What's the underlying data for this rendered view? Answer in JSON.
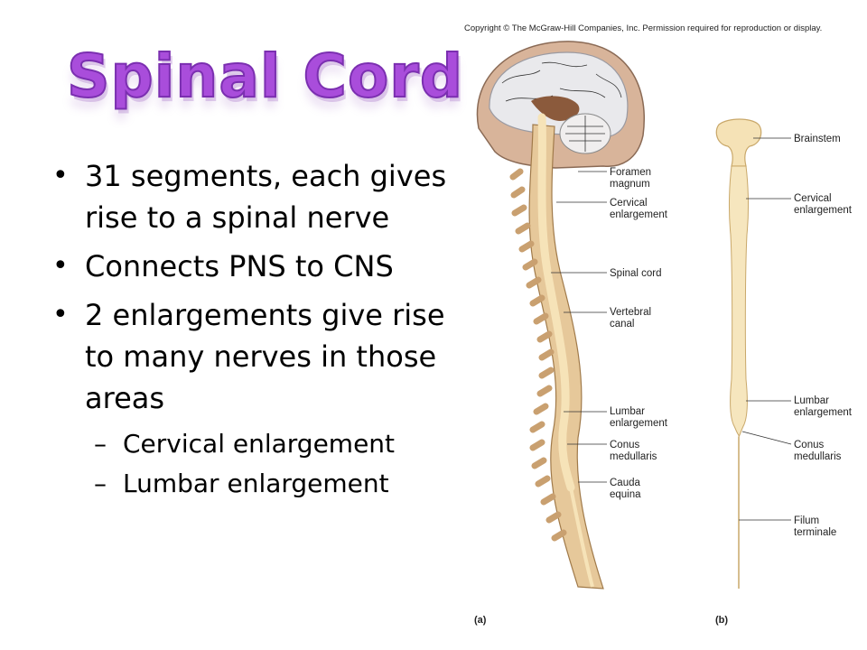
{
  "slide": {
    "title": "Spinal Cord",
    "bullets": [
      "31 segments, each gives rise to a spinal nerve",
      "Connects PNS to CNS",
      "2 enlargements give rise to many nerves in those areas"
    ],
    "sub_bullets": [
      "Cervical enlargement",
      "Lumbar enlargement"
    ]
  },
  "figure": {
    "copyright": "Copyright © The McGraw-Hill Companies, Inc. Permission required for reproduction or display.",
    "panel_a": {
      "caption": "(a)",
      "labels": {
        "foramen_magnum": [
          "Foramen",
          "magnum"
        ],
        "cervical_enlargement": [
          "Cervical",
          "enlargement"
        ],
        "spinal_cord": "Spinal cord",
        "vertebral_canal": [
          "Vertebral",
          "canal"
        ],
        "lumbar_enlargement": [
          "Lumbar",
          "enlargement"
        ],
        "conus_medullaris": [
          "Conus",
          "medullaris"
        ],
        "cauda_equina": [
          "Cauda",
          "equina"
        ]
      }
    },
    "panel_b": {
      "caption": "(b)",
      "labels": {
        "brainstem": "Brainstem",
        "cervical_enlargement": [
          "Cervical",
          "enlargement"
        ],
        "lumbar_enlargement": [
          "Lumbar",
          "enlargement"
        ],
        "conus_medullaris": [
          "Conus",
          "medullaris"
        ],
        "filum_terminale": [
          "Filum",
          "terminale"
        ]
      }
    }
  }
}
